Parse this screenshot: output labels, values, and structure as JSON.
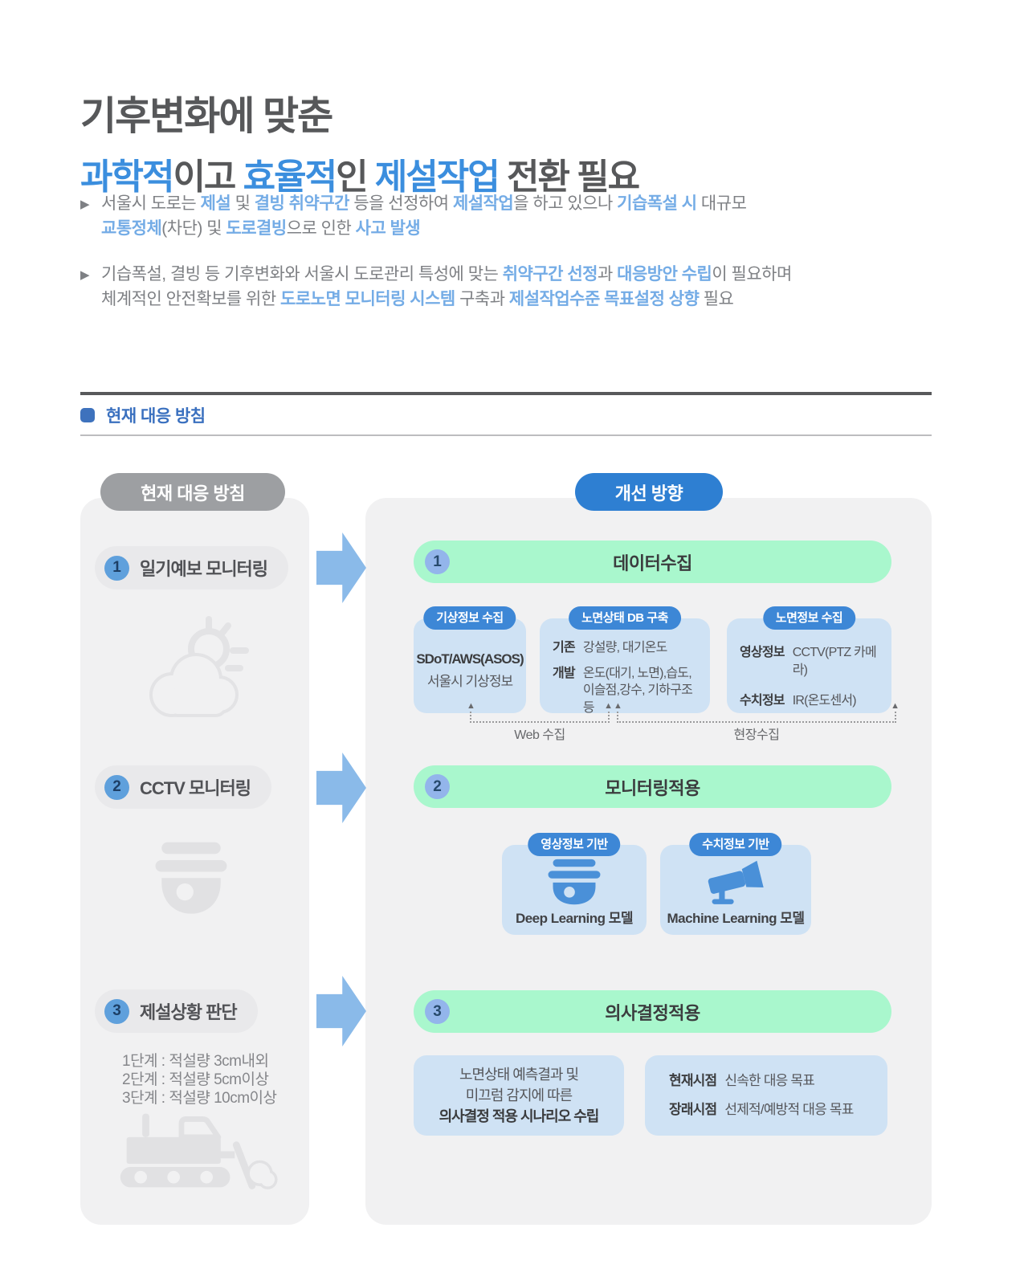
{
  "icons": {
    "bullet_marker": "▶",
    "bracket_arrow": "▲"
  },
  "colors": {
    "title_gray": "#57585a",
    "title_blue": "#3b8ede",
    "highlight_blue": "#74ace6",
    "section_blue": "#3a70bf",
    "panel_gray": "#f1f1f2",
    "pill_gray": "#9d9fa2",
    "pill_blue": "#2e7fd2",
    "green_bar": "#a9f7cd",
    "box_blue": "#cfe2f4",
    "badge_blue": "#3d87d6",
    "arrow_blue": "#8abae9",
    "icon_blue": "#4a90d8",
    "icon_gray": "#e1e1e3"
  },
  "header": {
    "title_line1": "기후변화에 맞춘",
    "title_line2_parts": [
      {
        "t": "과학적",
        "hl": true
      },
      {
        "t": "이고 "
      },
      {
        "t": "효율적",
        "hl": true
      },
      {
        "t": "인 "
      },
      {
        "t": "제설작업",
        "hl": true
      },
      {
        "t": " 전환 필요"
      }
    ],
    "bullets": [
      {
        "parts": [
          {
            "t": "서울시 도로는 "
          },
          {
            "t": "제설",
            "hl": true
          },
          {
            "t": " 및 "
          },
          {
            "t": "결빙 취약구간",
            "hl": true
          },
          {
            "t": " 등을 선정하여 "
          },
          {
            "t": "제설작업",
            "hl": true
          },
          {
            "t": "을 하고 있으나 "
          },
          {
            "t": "기습폭설 시",
            "hl": true
          },
          {
            "t": " 대규모"
          },
          {
            "br": true
          },
          {
            "t": "교통정체",
            "hl": true
          },
          {
            "t": "(차단) 및 "
          },
          {
            "t": "도로결빙",
            "hl": true
          },
          {
            "t": "으로 인한 "
          },
          {
            "t": "사고 발생",
            "hl": true
          }
        ]
      },
      {
        "parts": [
          {
            "t": "기습폭설, 결빙 등 기후변화와 서울시 도로관리 특성에 맞는 "
          },
          {
            "t": "취약구간 선정",
            "hl": true
          },
          {
            "t": "과 "
          },
          {
            "t": "대응방안 수립",
            "hl": true
          },
          {
            "t": "이 필요하며"
          },
          {
            "br": true
          },
          {
            "t": "체계적인 안전확보를 위한 "
          },
          {
            "t": "도로노면 모니터링 시스템",
            "hl": true
          },
          {
            "t": " 구축과 "
          },
          {
            "t": "제설작업수준 목표설정 상향",
            "hl": true
          },
          {
            "t": " 필요"
          }
        ]
      }
    ]
  },
  "section": {
    "label": "현재 대응 방침"
  },
  "diagram": {
    "left": {
      "header": "현재 대응 방침",
      "items": [
        {
          "num": "1",
          "label": "일기예보 모니터링"
        },
        {
          "num": "2",
          "label": "CCTV 모니터링"
        },
        {
          "num": "3",
          "label": "제설상황 판단",
          "steps": [
            "1단계 : 적설량 3cm내외",
            "2단계 : 적설량 5cm이상",
            "3단계 : 적설량 10cm이상"
          ]
        }
      ]
    },
    "right": {
      "header": "개선 방향",
      "sections": [
        {
          "num": "1",
          "title": "데이터수집",
          "boxes": [
            {
              "badge": "기상정보 수집",
              "line1": "SDoT/AWS(ASOS)",
              "line2": "서울시 기상정보"
            },
            {
              "badge": "노면상태 DB 구축",
              "rows": [
                {
                  "label": "기존",
                  "value": "강설량, 대기온도"
                },
                {
                  "label": "개발",
                  "value": "온도(대기, 노면),습도,\n이슬점,강수, 기하구조 등"
                }
              ]
            },
            {
              "badge": "노면정보 수집",
              "rows": [
                {
                  "label": "영상정보",
                  "value": "CCTV(PTZ 카메라)"
                },
                {
                  "label": "수치정보",
                  "value": "IR(온도센서)"
                }
              ]
            }
          ],
          "brackets": [
            {
              "label": "Web 수집"
            },
            {
              "label": "현장수집"
            }
          ]
        },
        {
          "num": "2",
          "title": "모니터링적용",
          "boxes": [
            {
              "badge": "영상정보 기반",
              "caption": "Deep Learning 모델"
            },
            {
              "badge": "수치정보 기반",
              "caption": "Machine Learning 모델"
            }
          ]
        },
        {
          "num": "3",
          "title": "의사결정적용",
          "scenario": {
            "line1": "노면상태 예측결과 및",
            "line2": "미끄럼 감지에 따른",
            "line3": "의사결정 적용 시나리오 수립"
          },
          "goals": {
            "rows": [
              {
                "label": "현재시점",
                "value": "신속한 대응 목표"
              },
              {
                "label": "장래시점",
                "value": "선제적/예방적 대응 목표"
              }
            ]
          }
        }
      ]
    }
  }
}
